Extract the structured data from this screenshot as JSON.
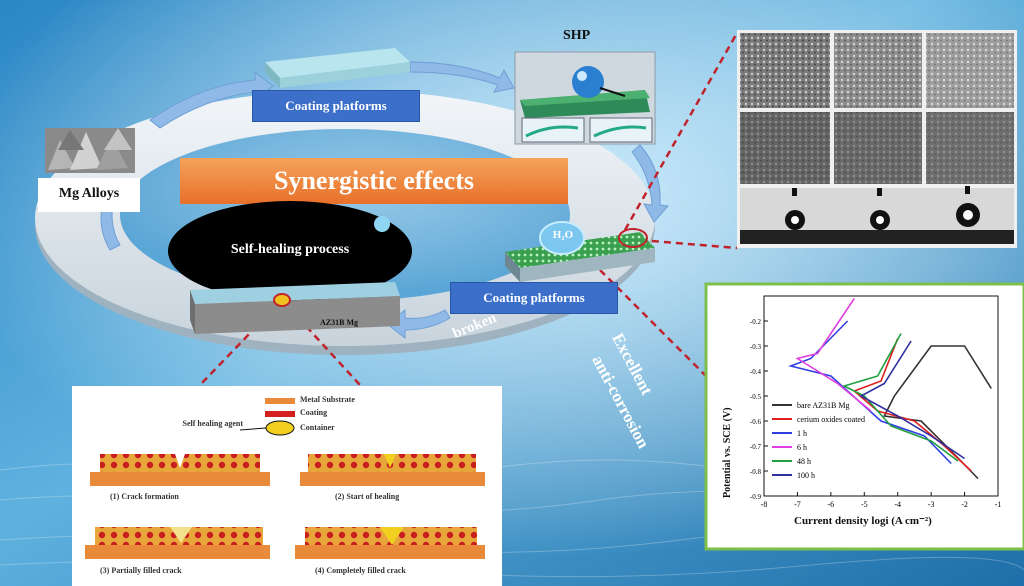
{
  "labels": {
    "shp": "SHP",
    "coating_top": "Coating platforms",
    "coating_right": "Coating platforms",
    "mg_alloys": "Mg Alloys",
    "synergistic": "Synergistic effects",
    "self_healing": "Self-healing process",
    "h2o": "H₂O",
    "az31b_block": "AZ31B Mg",
    "broken": "broken",
    "excellent": "Excellent",
    "anti_corrosion": "anti-corrosion"
  },
  "healing_panel": {
    "legend": [
      "Metal Substrate",
      "Coating",
      "Container"
    ],
    "agent_label": "Self healing agent",
    "steps": [
      "(1) Crack formation",
      "(2) Start of healing",
      "(3) Partially filled crack",
      "(4) Completely filled crack"
    ]
  },
  "chart_data": {
    "type": "line",
    "ylabel": "Potential vs. SCE (V)",
    "xlabel": "Current density logi (A cm⁻²)",
    "xlim": [
      -8,
      -1
    ],
    "ylim": [
      -0.9,
      -0.1
    ],
    "xticks": [
      "-8",
      "-7",
      "-6",
      "-5",
      "-4",
      "-3",
      "-2",
      "-1"
    ],
    "yticks": [
      "-0.2",
      "-0.3",
      "-0.4",
      "-0.5",
      "-0.6",
      "-0.7",
      "-0.8",
      "-0.9"
    ],
    "series": [
      {
        "name": "bare AZ31B Mg",
        "color": "#333333",
        "points": [
          [
            -1.6,
            -0.83
          ],
          [
            -2.4,
            -0.72
          ],
          [
            -3.3,
            -0.6
          ],
          [
            -4.4,
            -0.58
          ],
          [
            -4.1,
            -0.5
          ],
          [
            -3.0,
            -0.3
          ],
          [
            -2.0,
            -0.3
          ],
          [
            -1.2,
            -0.47
          ]
        ]
      },
      {
        "name": "cerium oxides coated",
        "color": "#e02020",
        "points": [
          [
            -1.8,
            -0.8
          ],
          [
            -2.6,
            -0.7
          ],
          [
            -3.5,
            -0.6
          ],
          [
            -4.6,
            -0.56
          ],
          [
            -5.3,
            -0.48
          ],
          [
            -4.5,
            -0.44
          ],
          [
            -4.0,
            -0.27
          ]
        ]
      },
      {
        "name": "1 h",
        "color": "#3040e0",
        "points": [
          [
            -2.4,
            -0.77
          ],
          [
            -3.2,
            -0.66
          ],
          [
            -4.5,
            -0.6
          ],
          [
            -6.0,
            -0.42
          ],
          [
            -7.2,
            -0.38
          ],
          [
            -6.6,
            -0.35
          ],
          [
            -5.5,
            -0.2
          ]
        ]
      },
      {
        "name": "6 h",
        "color": "#e040e0",
        "points": [
          [
            -4.8,
            -0.56
          ],
          [
            -5.8,
            -0.45
          ],
          [
            -7.0,
            -0.35
          ],
          [
            -6.4,
            -0.33
          ],
          [
            -5.3,
            -0.11
          ]
        ]
      },
      {
        "name": "48 h",
        "color": "#20a040",
        "points": [
          [
            -2.2,
            -0.76
          ],
          [
            -3.0,
            -0.68
          ],
          [
            -4.2,
            -0.62
          ],
          [
            -5.0,
            -0.5
          ],
          [
            -5.6,
            -0.46
          ],
          [
            -4.6,
            -0.42
          ],
          [
            -3.9,
            -0.25
          ]
        ]
      },
      {
        "name": "100 h",
        "color": "#3030a0",
        "points": [
          [
            -2.0,
            -0.75
          ],
          [
            -3.0,
            -0.66
          ],
          [
            -4.0,
            -0.58
          ],
          [
            -5.1,
            -0.5
          ],
          [
            -4.4,
            -0.45
          ],
          [
            -3.6,
            -0.28
          ]
        ]
      }
    ]
  }
}
